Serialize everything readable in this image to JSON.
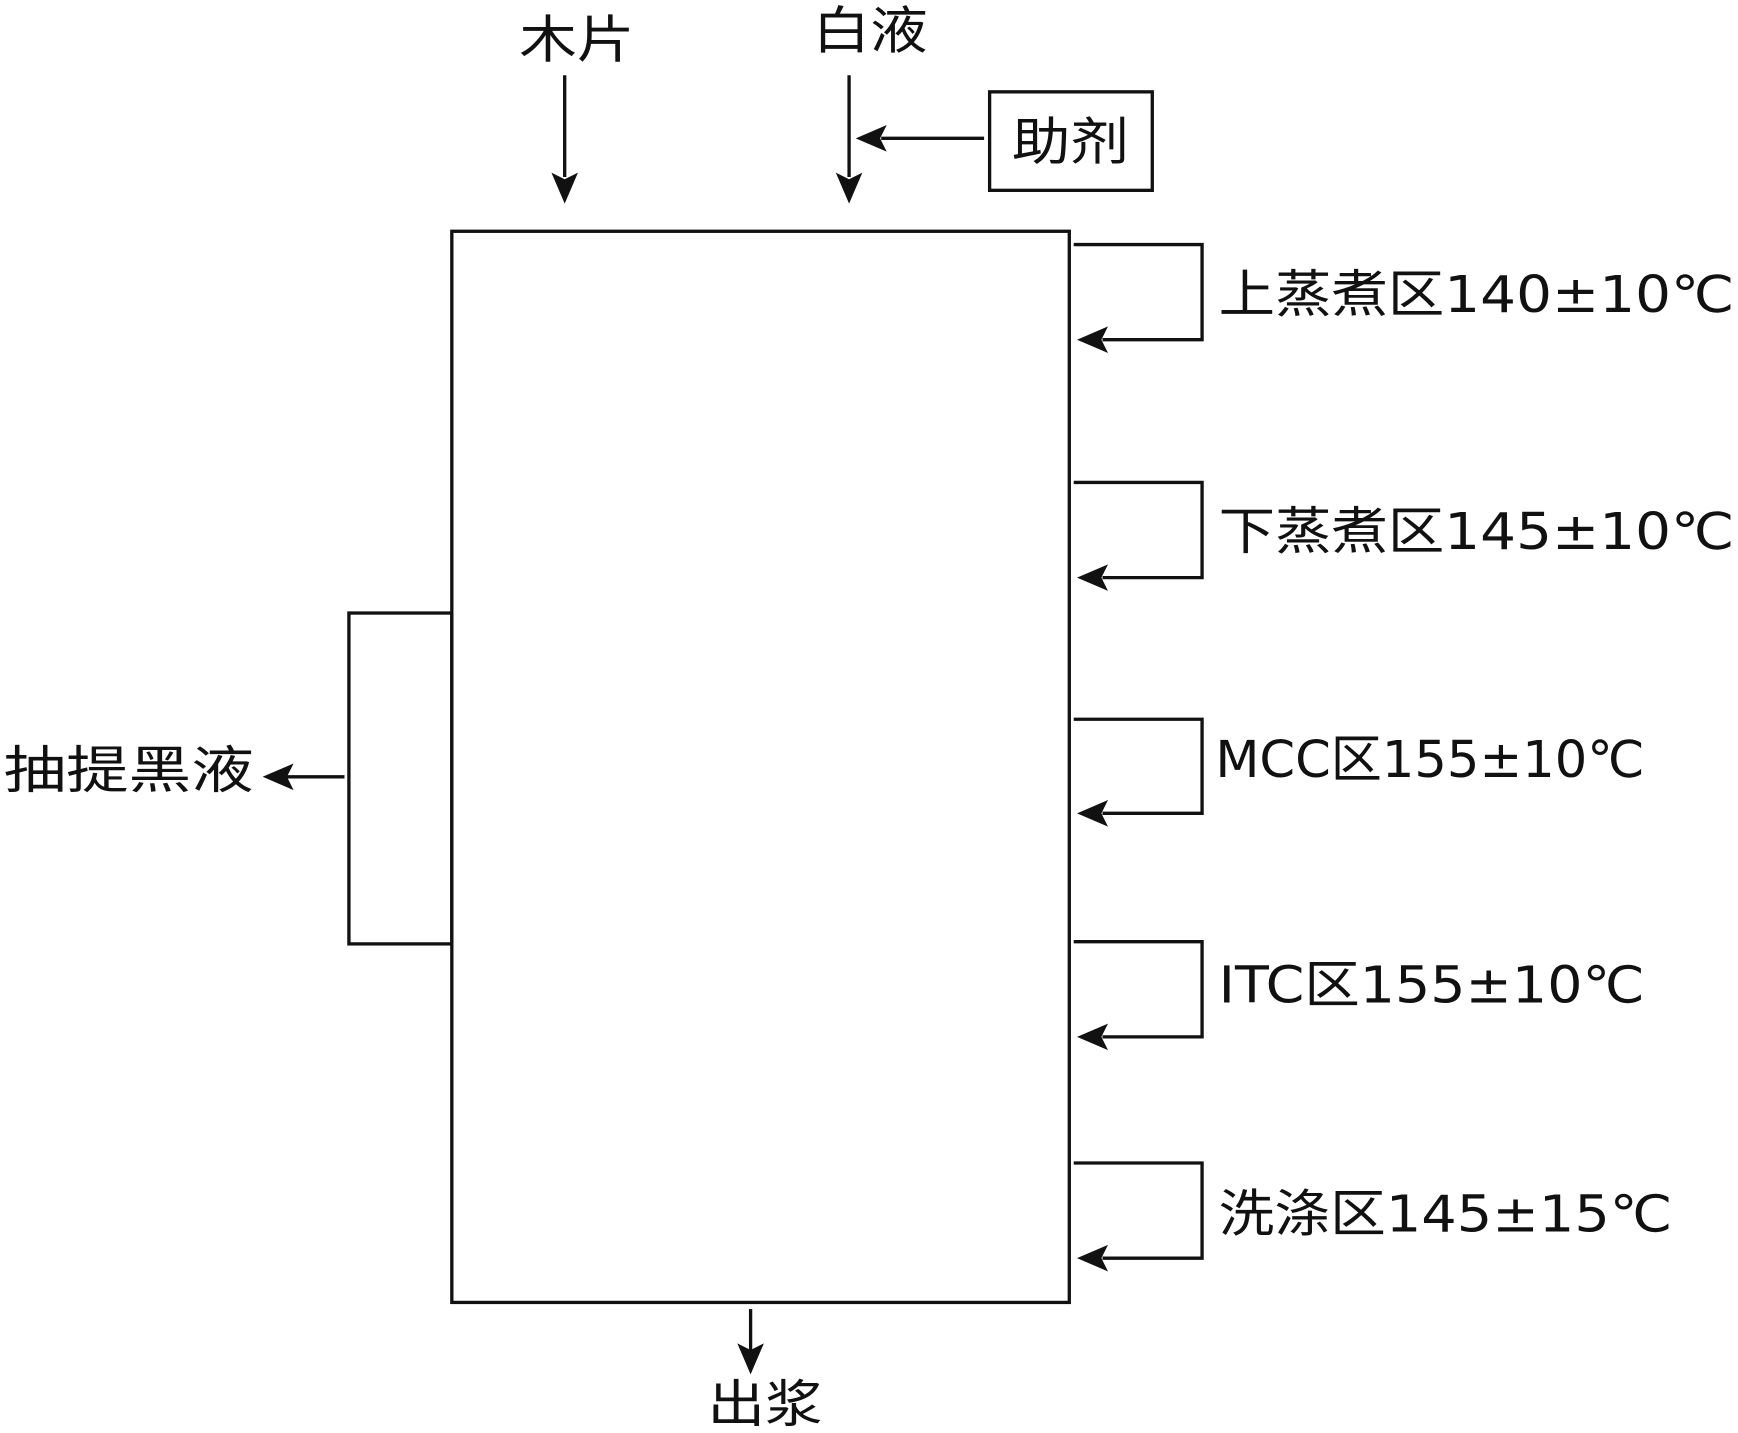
{
  "inputs": {
    "wood_chips": "木片",
    "white_liquor": "白液",
    "additive": "助剂"
  },
  "outputs": {
    "extracted_black_liquor": "抽提黑液",
    "pulp_out": "出浆"
  },
  "zones": [
    {
      "label": "上蒸煮区140±10℃"
    },
    {
      "label": "下蒸煮区145±10℃"
    },
    {
      "label": "MCC区155±10℃"
    },
    {
      "label": "ITC区155±10℃"
    },
    {
      "label": "洗涤区145±15℃"
    }
  ],
  "colors": {
    "line": "#111111",
    "background": "#ffffff"
  }
}
